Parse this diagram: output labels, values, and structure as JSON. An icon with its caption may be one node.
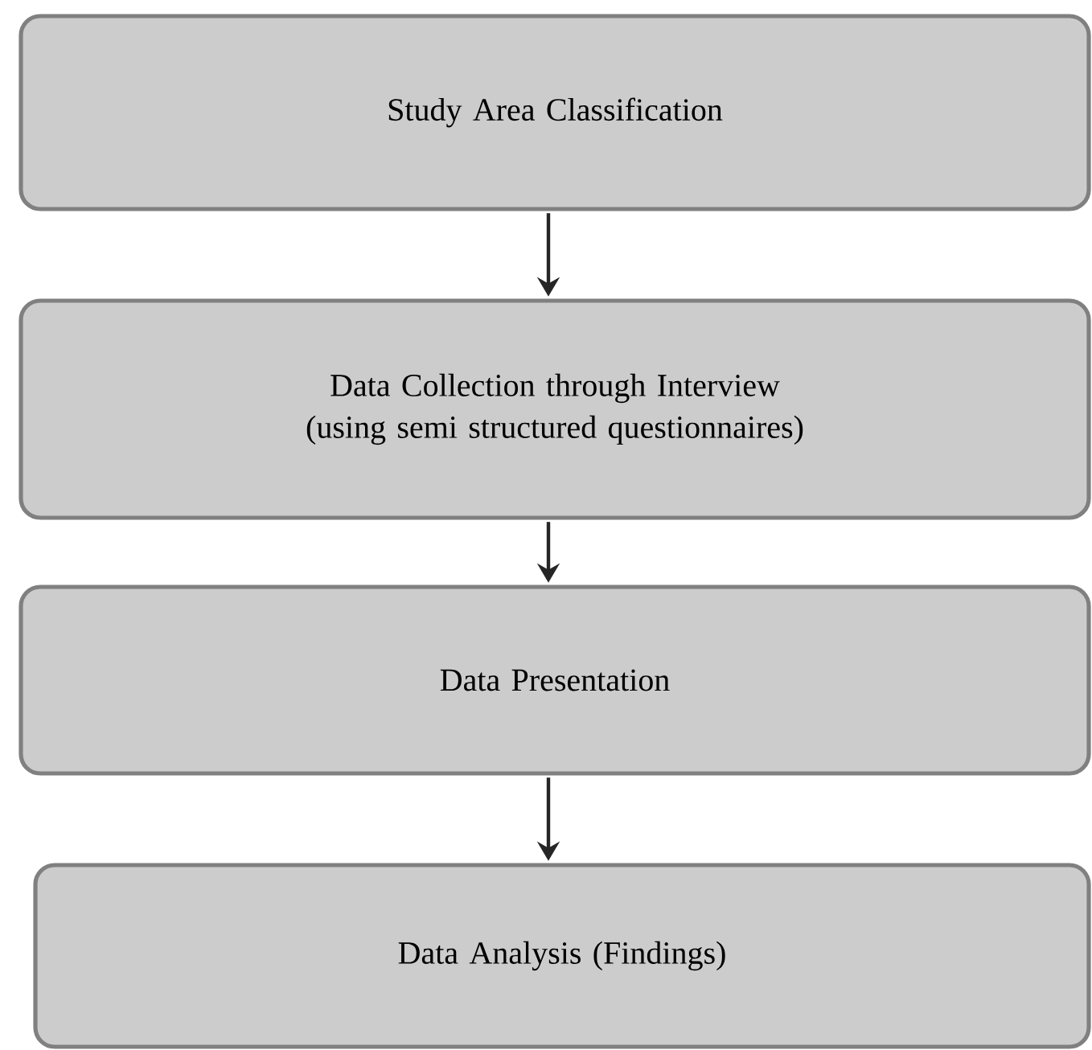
{
  "diagram": {
    "nodes": [
      {
        "text": [
          "Study Area Classification"
        ]
      },
      {
        "text": [
          "Data Collection through Interview (using semi structured questionnaires)"
        ]
      },
      {
        "text": [
          "Data Presentation"
        ]
      },
      {
        "text": [
          "Data Analysis (Findings)"
        ]
      }
    ],
    "edges": [
      {
        "from": 0,
        "to": 1,
        "arrow": "to"
      },
      {
        "from": 1,
        "to": 2,
        "arrow": "to"
      },
      {
        "from": 2,
        "to": 3,
        "arrow": "to"
      }
    ]
  }
}
